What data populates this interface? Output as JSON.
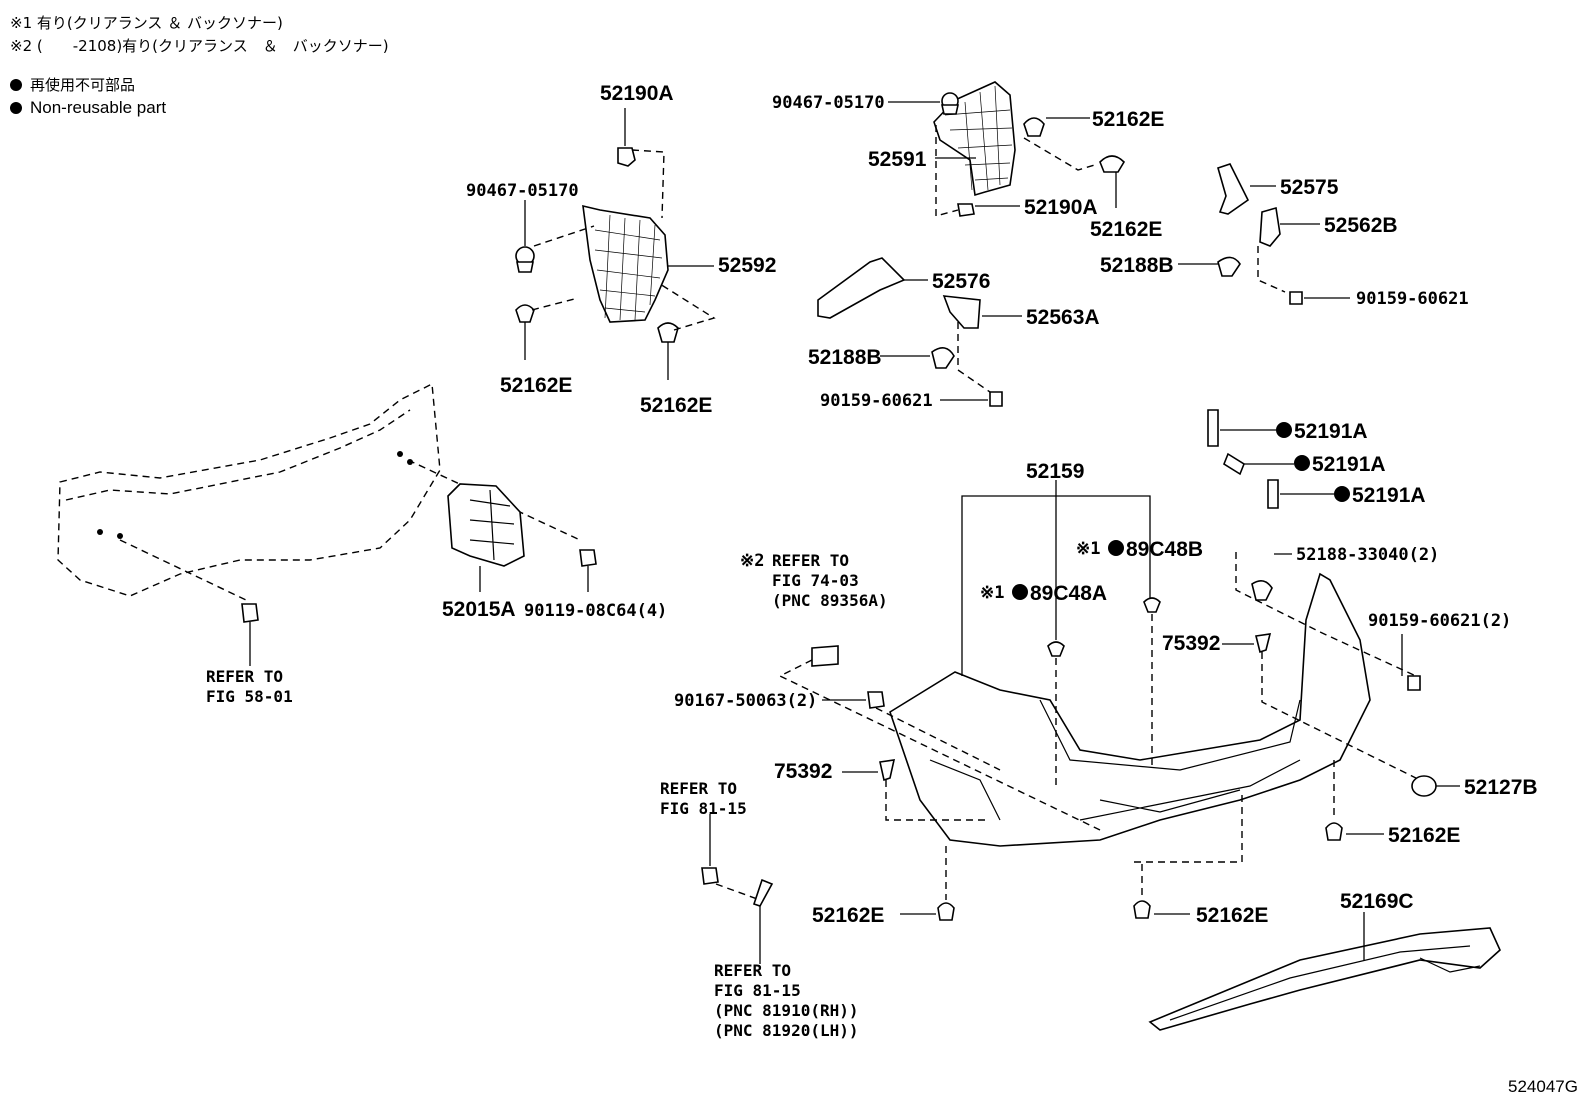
{
  "notes": {
    "note1": "※1 有り(クリアランス ＆ バックソナー)",
    "note2": "※2 (　　-2108)有り(クリアランス　＆　バックソナー)",
    "legend_jp": "再使用不可部品",
    "legend_en": "Non-reusable part"
  },
  "parts": {
    "p52190A_top": "52190A",
    "p90467_left": "90467-05170",
    "p52592": "52592",
    "p52162E_a": "52162E",
    "p52162E_b": "52162E",
    "p90467_right": "90467-05170",
    "p52162E_c": "52162E",
    "p52591": "52591",
    "p52190A_right": "52190A",
    "p52162E_d": "52162E",
    "p52575": "52575",
    "p52562B": "52562B",
    "p52188B_right": "52188B",
    "p90159_right": "90159-60621",
    "p52576": "52576",
    "p52563A": "52563A",
    "p52188B_left": "52188B",
    "p90159_left": "90159-60621",
    "p52191A_1": "52191A",
    "p52191A_2": "52191A",
    "p52191A_3": "52191A",
    "p52159": "52159",
    "p89C48B": "89C48B",
    "p89C48A": "89C48A",
    "mark1_a": "※1",
    "mark1_b": "※1",
    "mark2": "※2",
    "p52188_33040": "52188-33040(2)",
    "p90159_2": "90159-60621(2)",
    "p75392_right": "75392",
    "p52015A": "52015A",
    "p90119": "90119-08C64(4)",
    "p90167": "90167-50063(2)",
    "p75392_left": "75392",
    "p52127B": "52127B",
    "p52162E_e": "52162E",
    "p52162E_f": "52162E",
    "p52162E_g": "52162E",
    "p52169C": "52169C",
    "diagram_id": "524047G"
  },
  "refs": {
    "ref_74_l1": "REFER TO",
    "ref_74_l2": "FIG 74-03",
    "ref_74_l3": "(PNC 89356A)",
    "ref_58_l1": "REFER TO",
    "ref_58_l2": "FIG 58-01",
    "ref_81a_l1": "REFER TO",
    "ref_81a_l2": "FIG 81-15",
    "ref_81b_l1": "REFER TO",
    "ref_81b_l2": "FIG 81-15",
    "ref_81b_l3": "(PNC 81910(RH))",
    "ref_81b_l4": "(PNC 81920(LH))"
  }
}
